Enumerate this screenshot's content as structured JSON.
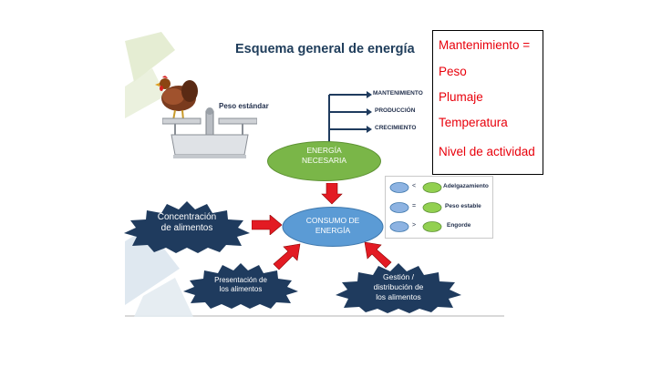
{
  "slide": {
    "title": "Esquema general de energía",
    "peso_estandar": "Peso estándar",
    "outputs": [
      "MANTENIMIENTO",
      "PRODUCCIÓN",
      "CRECIMIENTO"
    ],
    "energia_necesaria": [
      "ENERGÍA",
      "NECESARIA"
    ],
    "consumo": [
      "CONSUMO DE",
      "ENERGÍA"
    ],
    "factors": {
      "concentracion": [
        "Concentración",
        "de alimentos"
      ],
      "presentacion": [
        "Presentación de",
        "los alimentos"
      ],
      "gestion": [
        "Gestión /",
        "distribución de",
        "los alimentos"
      ]
    },
    "legend": [
      {
        "symbol": "<",
        "label": "Adelgazamiento"
      },
      {
        "symbol": "=",
        "label": "Peso estable"
      },
      {
        "symbol": ">",
        "label": "Engorde"
      }
    ]
  },
  "note": {
    "lines": [
      "Mantenimiento =",
      "Peso",
      "Plumaje",
      "Temperatura",
      "Nivel de actividad"
    ]
  },
  "colors": {
    "title": "#1f3d5b",
    "green_ellipse": "#7ab648",
    "blue_ellipse": "#5b9bd5",
    "burst": "#1f3b5e",
    "arrow_red": "#e31b23",
    "note_text": "#e8000b"
  },
  "icons": [
    "hen-icon",
    "balance-scale-icon"
  ]
}
